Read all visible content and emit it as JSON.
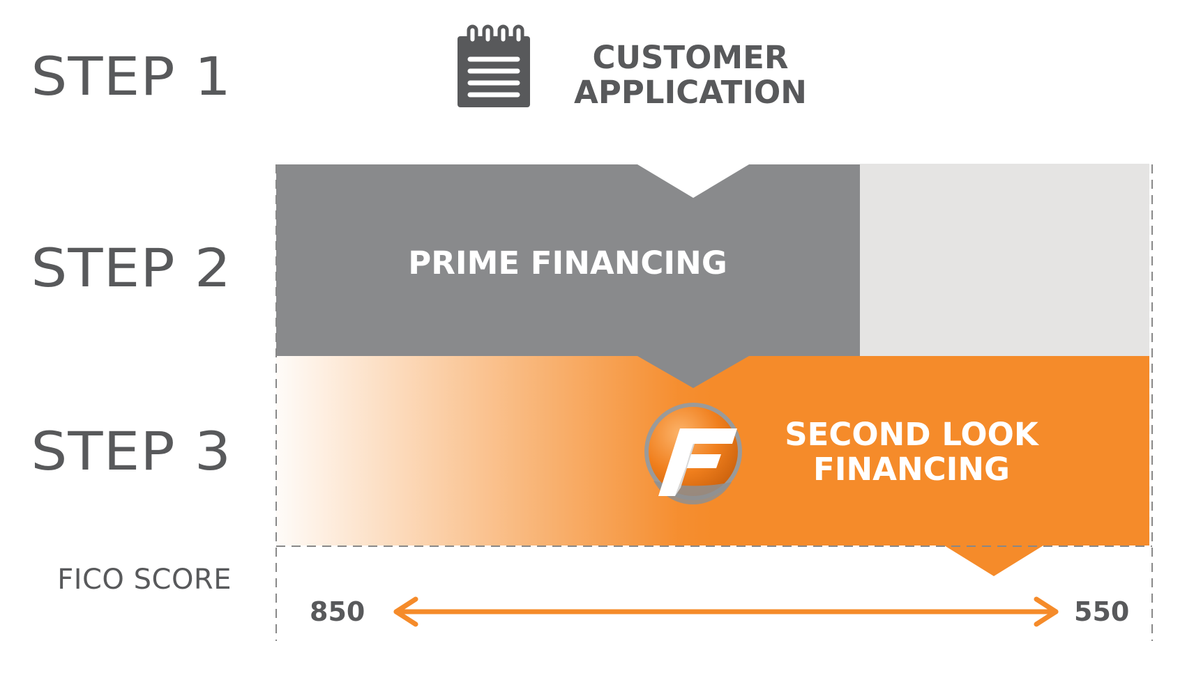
{
  "step1": {
    "label": "STEP 1"
  },
  "step2": {
    "label": "STEP 2"
  },
  "step3": {
    "label": "STEP 3"
  },
  "customer_application": {
    "line1": "CUSTOMER",
    "line2": "APPLICATION",
    "icon": "notepad-icon"
  },
  "prime_financing": {
    "label": "PRIME FINANCING"
  },
  "second_look_financing": {
    "line1": "SECOND LOOK",
    "line2": "FINANCING",
    "logo": "F"
  },
  "fico": {
    "label": "FICO SCORE",
    "high": "850",
    "low": "550"
  },
  "colors": {
    "text_gray": "#58595b",
    "prime_gray": "#898a8c",
    "light_gray": "#e5e4e3",
    "orange": "#f58b2a",
    "dashed_line": "#888888"
  }
}
